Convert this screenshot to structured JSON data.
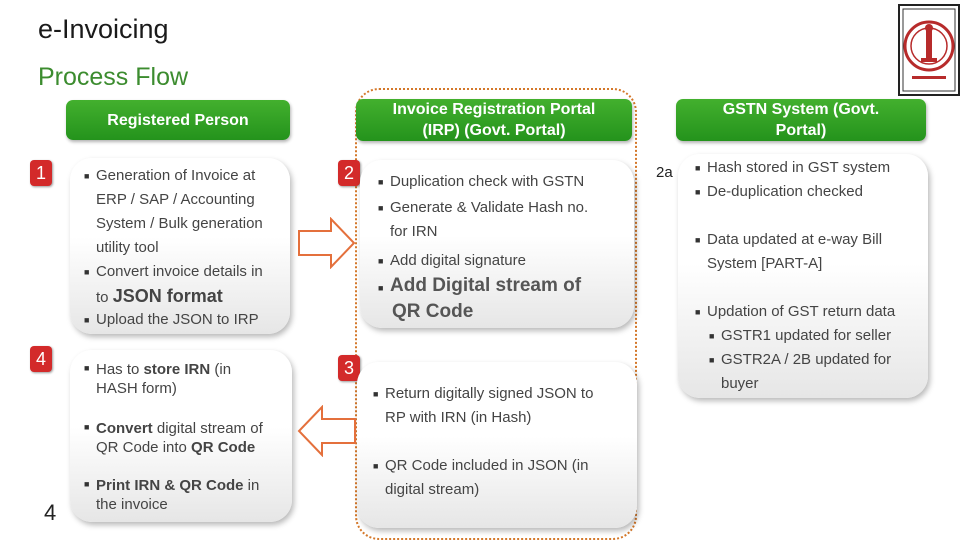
{
  "title": "e-Invoicing",
  "subtitle": "Process Flow",
  "colors": {
    "header_green": "#2f9f22",
    "accent_red": "#d32a2a",
    "subtitle_green": "#3c8c2f",
    "portal_border": "#d4782a"
  },
  "headers": {
    "registered": "Registered Person",
    "irp_line1": "Invoice Registration Portal",
    "irp_line2": "(IRP) (Govt. Portal)",
    "gstn_line1": "GSTN System (Govt.",
    "gstn_line2": "Portal)"
  },
  "steps": {
    "s1": "1",
    "s2": "2",
    "s2a": "2a",
    "s3": "3",
    "s4": "4",
    "s4b": "4"
  },
  "rp_generate": {
    "b1_l1": "Generation of Invoice at",
    "b1_l2": "ERP / SAP / Accounting",
    "b1_l3": "System / Bulk generation",
    "b1_l4": "utility tool",
    "b2_l1": "Convert invoice details in",
    "b2_l2_prefix": "to ",
    "b2_l2_bold": "JSON format",
    "b3": "Upload the JSON to IRP"
  },
  "irp_process": {
    "b1": "Duplication check with GSTN",
    "b2_l1": "Generate & Validate Hash no.",
    "b2_l2": "for IRN",
    "b3": "Add digital signature",
    "b4_l1": "Add Digital stream of",
    "b4_l2": "QR Code"
  },
  "gstn": {
    "b1": "Hash stored in GST system",
    "b2": "De-duplication checked",
    "b3_l1": "Data updated at e-way Bill",
    "b3_l2": "System [PART-A]",
    "b4": "Updation of GST return data",
    "b5": "GSTR1 updated for seller",
    "b6_l1": "GSTR2A / 2B updated for",
    "b6_l2": "buyer"
  },
  "rp_store": {
    "b1_prefix": "Has to ",
    "b1_bold": "store IRN",
    "b1_suffix": " (in",
    "b1_l2": "HASH form)",
    "b2_bold": "Convert",
    "b2_suffix": " digital stream of",
    "b2_l2_prefix": "QR Code into ",
    "b2_l2_bold": "QR Code",
    "b3_bold": "Print IRN & QR Code",
    "b3_suffix": " in",
    "b3_l2": "the invoice"
  },
  "irp_return": {
    "b1_l1": "Return digitally signed JSON to",
    "b1_l2": "RP with IRN (in Hash)",
    "b2_l1": "QR Code included in JSON (in",
    "b2_l2": "digital stream)"
  },
  "icons": [
    "logo-emblem",
    "right-arrow-icon",
    "left-arrow-icon",
    "bullet-square-icon"
  ]
}
